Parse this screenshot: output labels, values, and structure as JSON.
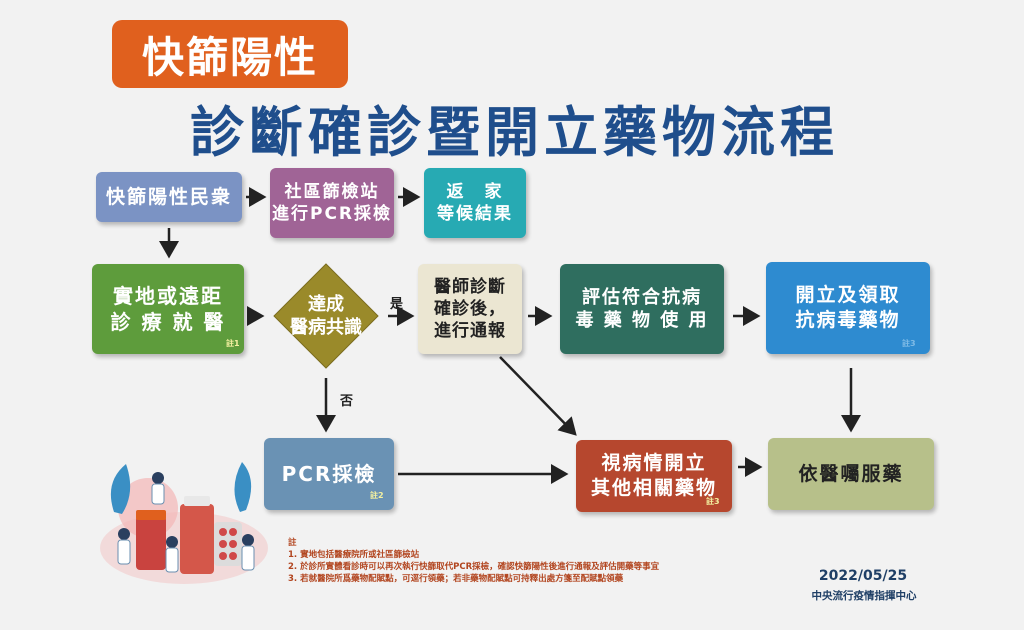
{
  "header": {
    "badge": "快篩陽性",
    "title": "診斷確診暨開立藥物流程"
  },
  "nodes": {
    "rapid_positive": "快篩陽性民衆",
    "community_station": "社區篩檢站\n進行PCR採檢",
    "go_home": "返　家\n等候結果",
    "clinic_visit": "實地或遠距\n診 療 就 醫",
    "consensus": "達成\n醫病共識",
    "doctor_diag": "醫師診斷\n確診後，\n進行通報",
    "evaluate": "評估符合抗病\n毒 藥 物 使 用",
    "prescribe": "開立及領取\n抗病毒藥物",
    "pcr": "PCR採檢",
    "other_meds": "視病情開立\n其他相關藥物",
    "follow": "依醫囑服藥"
  },
  "edge_labels": {
    "yes": "是",
    "no": "否"
  },
  "note_marks": {
    "n1": "註1",
    "n2": "註2",
    "n3": "註3",
    "n_prescribe": "註3"
  },
  "footnotes": {
    "heading": "註",
    "items": [
      "1. 實地包括醫療院所或社區篩檢站",
      "2. 於診所實體看診時可以再次執行快篩取代PCR採檢，確認快篩陽性後進行通報及評估開藥等事宜",
      "3. 若就醫院所爲藥物配賦點，可逕行領藥；若非藥物配賦點可持釋出處方箋至配賦點領藥"
    ]
  },
  "footer": {
    "date": "2022/05/25",
    "org": "中央流行疫情指揮中心"
  },
  "colors": {
    "badge": "#e0601e",
    "title": "#1f4e8c",
    "blue_grey": "#7b93c4",
    "purple": "#a06496",
    "teal": "#27aab3",
    "green": "#5e9c3c",
    "olive": "#9a8a2a",
    "cream": "#ebe6d2",
    "dark_teal": "#2f6e5f",
    "blue": "#2e8bd0",
    "steel": "#6a92b4",
    "red": "#b6472e",
    "light_olive": "#b7c08a"
  }
}
